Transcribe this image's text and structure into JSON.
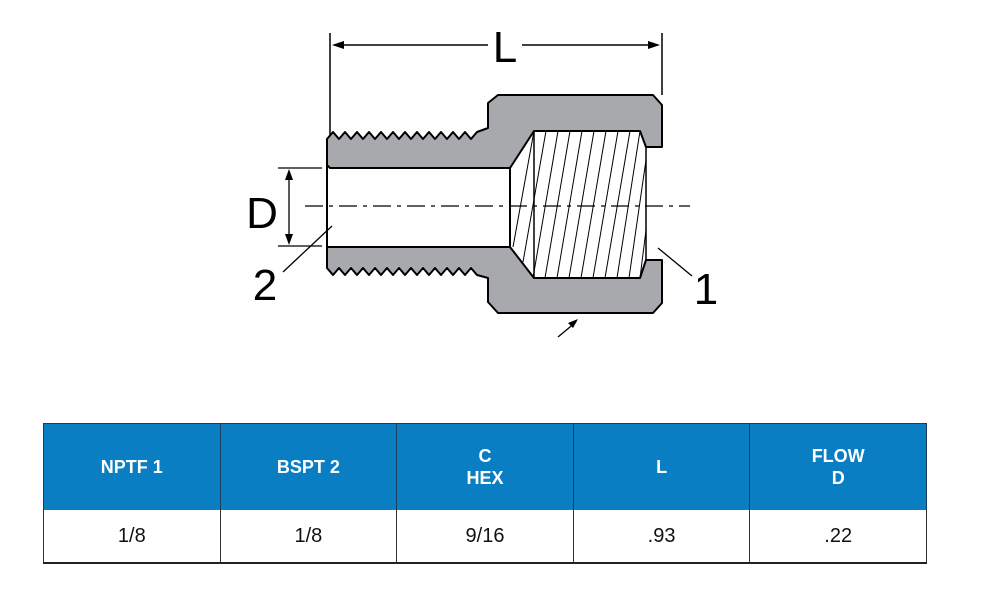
{
  "diagram": {
    "labels": {
      "length": "L",
      "diameter": "D",
      "port_male": "2",
      "port_female": "1"
    },
    "colors": {
      "body": "#a7a9ac",
      "outline": "#000000"
    }
  },
  "table": {
    "headers": [
      "NPTF 1",
      "BSPT 2",
      "C\nHEX",
      "L",
      "FLOW\nD"
    ],
    "rows": [
      [
        "1/8",
        "1/8",
        "9/16",
        ".93",
        ".22"
      ]
    ],
    "colors": {
      "header_bg": "#0a7ec2",
      "header_text": "#ffffff"
    }
  }
}
